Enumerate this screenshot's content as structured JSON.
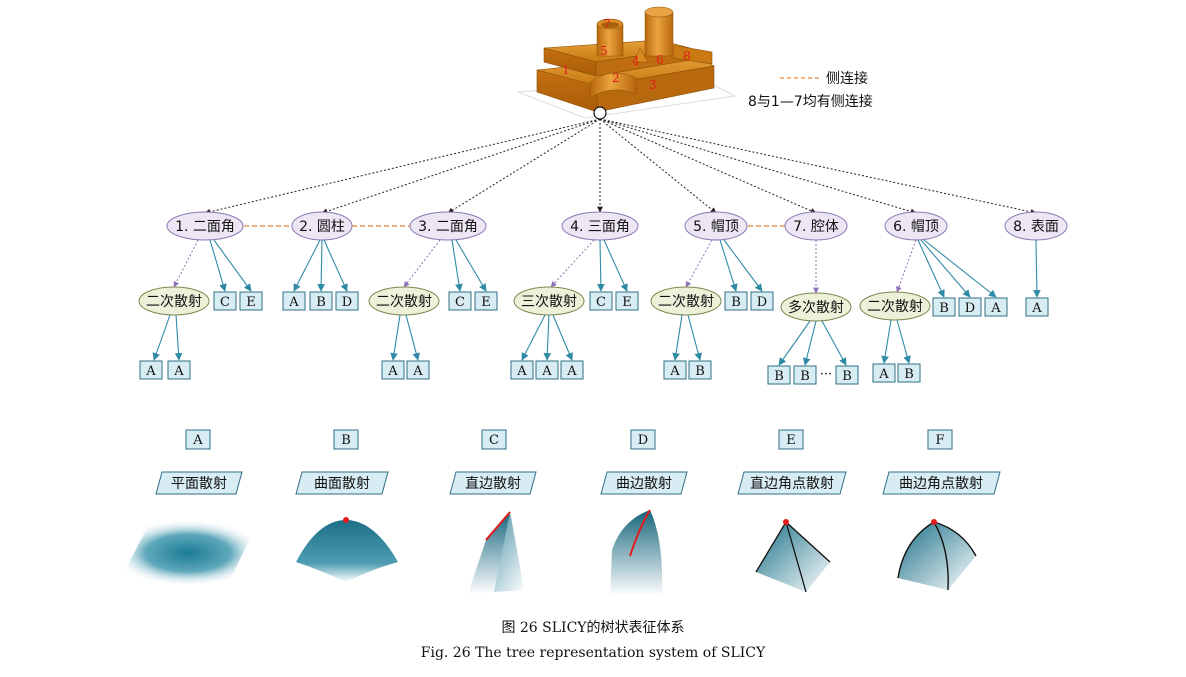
{
  "legend": {
    "side_connection": "侧连接",
    "note": "8与1—7均有侧连接"
  },
  "model_labels": [
    "1",
    "2",
    "3",
    "4",
    "5",
    "6",
    "7",
    "8"
  ],
  "nodes": {
    "n1": "1. 二面角",
    "n2": "2. 圆柱",
    "n3": "3. 二面角",
    "n4": "4. 三面角",
    "n5": "5. 帽顶",
    "n7": "7. 腔体",
    "n6": "6. 帽顶",
    "n8": "8. 表面"
  },
  "scatter": {
    "two": "二次散射",
    "three": "三次散射",
    "multi": "多次散射"
  },
  "boxes": {
    "A": "A",
    "B": "B",
    "C": "C",
    "D": "D",
    "E": "E",
    "dots": "···"
  },
  "key": [
    {
      "letter": "A",
      "label": "平面散射"
    },
    {
      "letter": "B",
      "label": "曲面散射"
    },
    {
      "letter": "C",
      "label": "直边散射"
    },
    {
      "letter": "D",
      "label": "曲边散射"
    },
    {
      "letter": "E",
      "label": "直边角点散射"
    },
    {
      "letter": "F",
      "label": "曲边角点散射"
    }
  ],
  "caption": {
    "zh": "图 26 SLICY的树状表征体系",
    "en": "Fig. 26  The tree representation system of SLICY"
  },
  "colors": {
    "purple_node_fill": "#ede6f4",
    "purple_node_stroke": "#8a78b4",
    "green_node_fill": "#eef1da",
    "green_node_stroke": "#7f8850",
    "box_fill": "#d8ecf3",
    "box_stroke": "#2f6f86",
    "teal_arrow": "#2f8ba5",
    "side_dash": "#e8863a",
    "model_orange": "#d9861a",
    "label_red": "#e41b1b"
  }
}
